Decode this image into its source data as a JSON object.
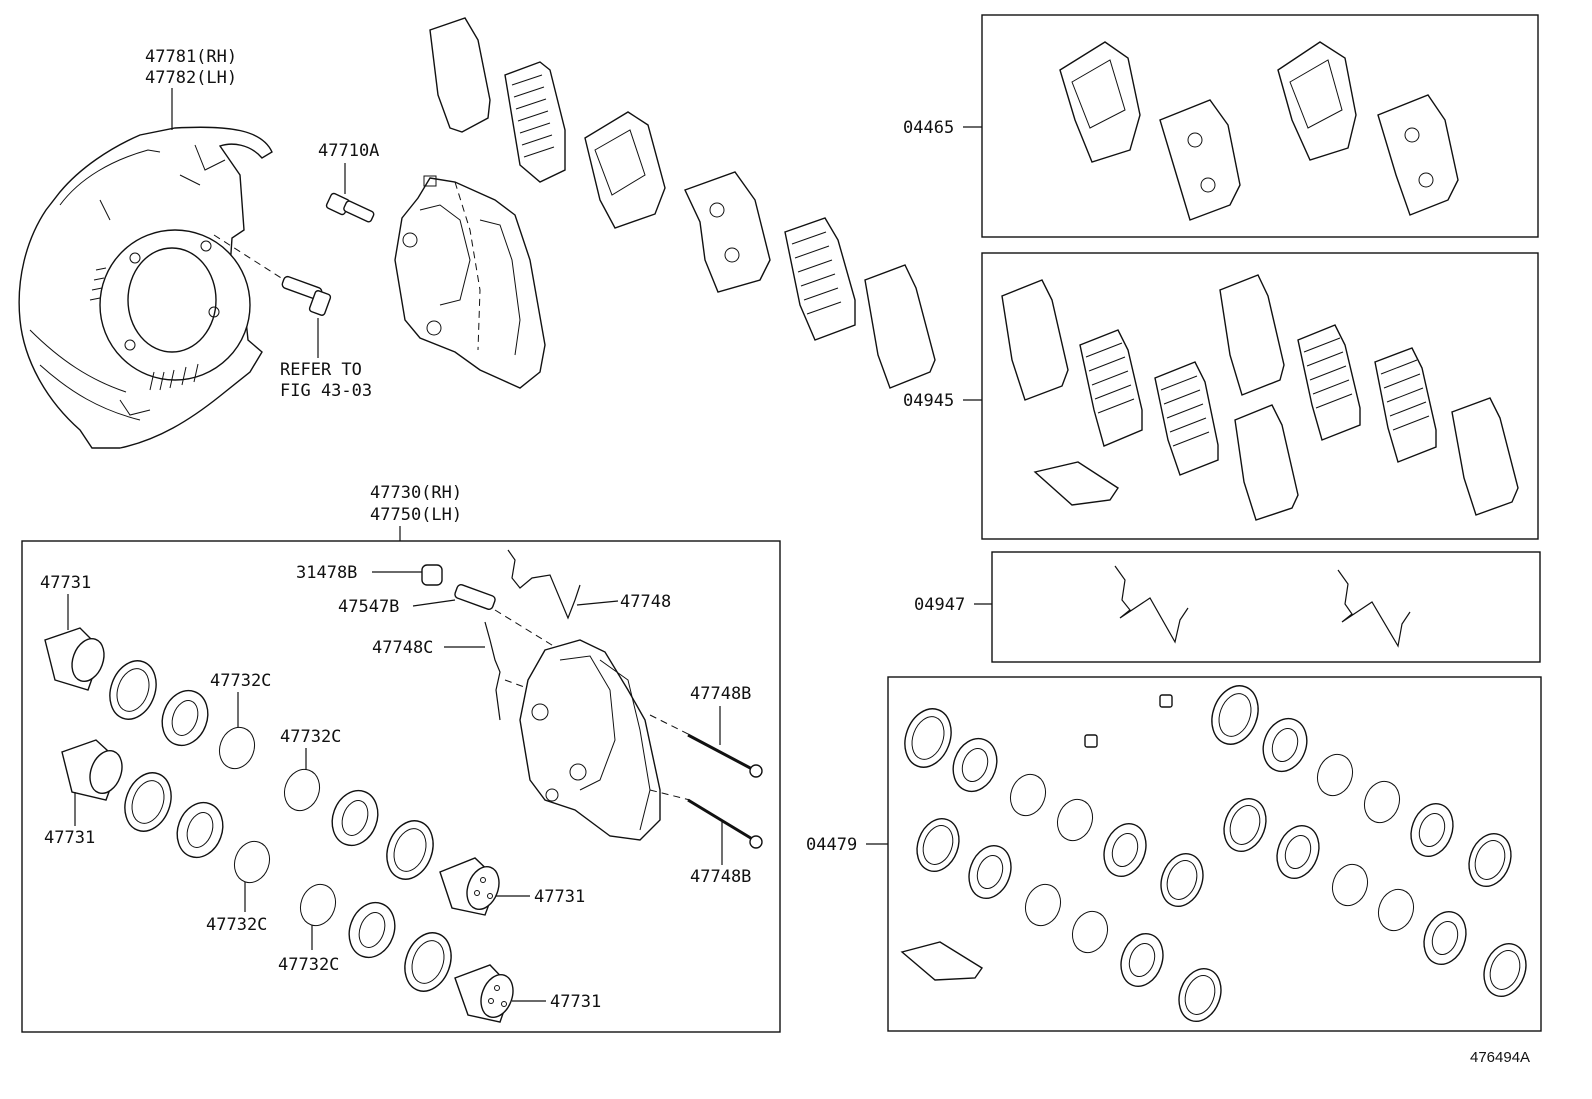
{
  "figure_id": "476494A",
  "labels": {
    "shield_rh": "47781(RH)",
    "shield_lh": "47782(LH)",
    "bolt": "47710A",
    "refer_1": "REFER TO",
    "refer_2": "FIG 43-03",
    "caliper_rh": "47730(RH)",
    "caliper_lh": "47750(LH)",
    "bleeder_cap": "31478B",
    "bleeder_plug": "47547B",
    "clip_47748": "47748",
    "clip_47748c": "47748C",
    "pin_top": "47748B",
    "pin_bottom": "47748B",
    "piston_tl": "47731",
    "piston_ml": "47731",
    "piston_c1": "47731",
    "piston_c2": "47731",
    "ring_1": "47732C",
    "ring_2": "47732C",
    "ring_3": "47732C",
    "ring_4": "47732C",
    "kit_04465": "04465",
    "kit_04945": "04945",
    "kit_04947": "04947",
    "kit_04479": "04479"
  }
}
